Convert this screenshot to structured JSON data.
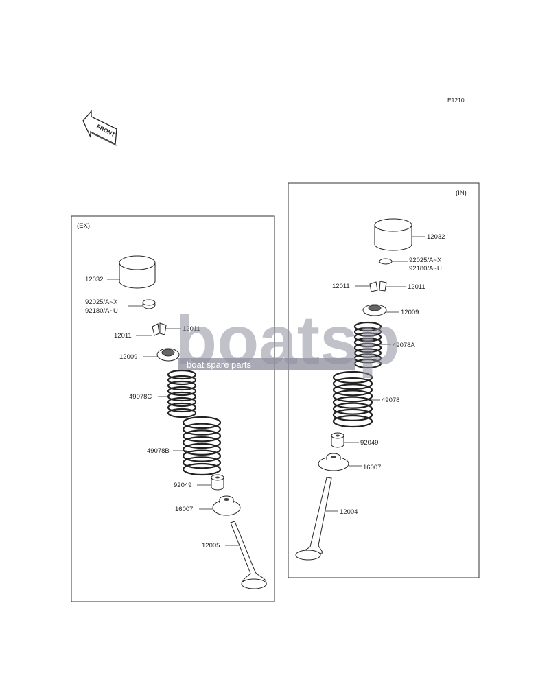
{
  "diagram_code": "E1210",
  "front_arrow_label": "FRONT",
  "panels": {
    "ex": {
      "title": "(EX)",
      "labels": {
        "tappet": "12032",
        "shim_a": "92025/A~X",
        "shim_b": "92180/A~U",
        "keeper_left": "12011",
        "keeper_right": "12011",
        "retainer": "12009",
        "spring_inner": "49078C",
        "spring_outer": "49078B",
        "stem_seal": "92049",
        "seat": "16007",
        "valve": "12005"
      }
    },
    "in": {
      "title": "(IN)",
      "labels": {
        "tappet": "12032",
        "shim_a": "92025/A~X",
        "shim_b": "92180/A~U",
        "keeper_left": "12011",
        "keeper_right": "12011",
        "retainer": "12009",
        "spring_inner": "49078A",
        "spring_outer": "49078",
        "stem_seal": "92049",
        "seat": "16007",
        "valve": "12004"
      }
    }
  },
  "watermark": {
    "brand": "boatsp",
    "tagline": "boat spare parts"
  }
}
